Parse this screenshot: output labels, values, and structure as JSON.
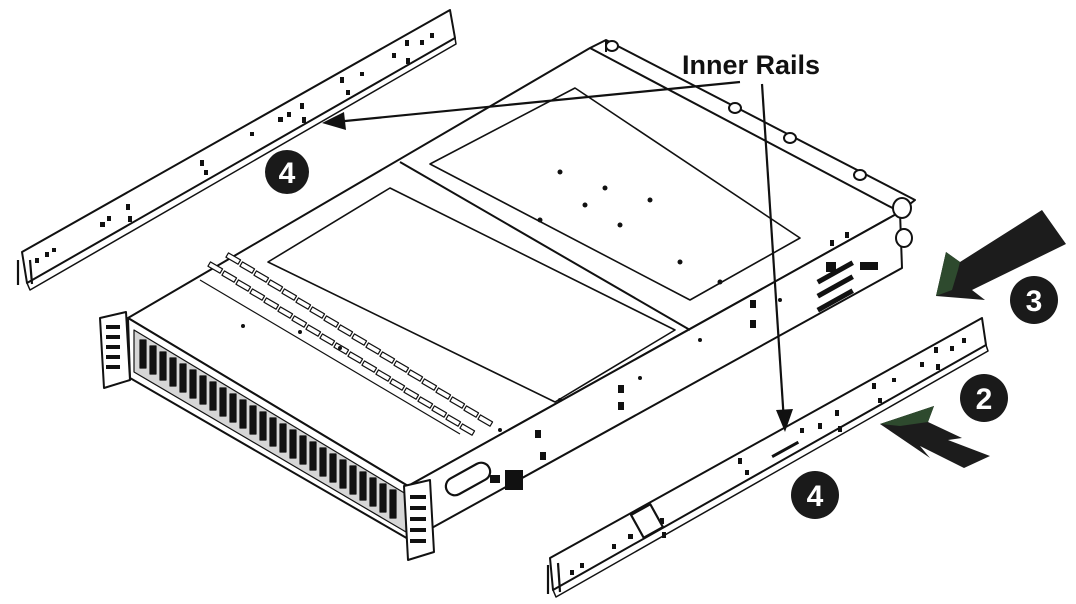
{
  "callout": {
    "inner_rails_label": "Inner Rails"
  },
  "steps": [
    {
      "id": "step-4-top",
      "number": "4"
    },
    {
      "id": "step-3",
      "number": "3"
    },
    {
      "id": "step-2",
      "number": "2"
    },
    {
      "id": "step-4-bottom",
      "number": "4"
    }
  ],
  "colors": {
    "line": "#111111",
    "badge": "#1a1a1a",
    "arrow": "#1c1c1c",
    "arrow_shadow": "#2e4a2e",
    "panel": "#ffffff"
  },
  "icons": {
    "chassis": "server-chassis-2u",
    "rail": "inner-rail"
  }
}
